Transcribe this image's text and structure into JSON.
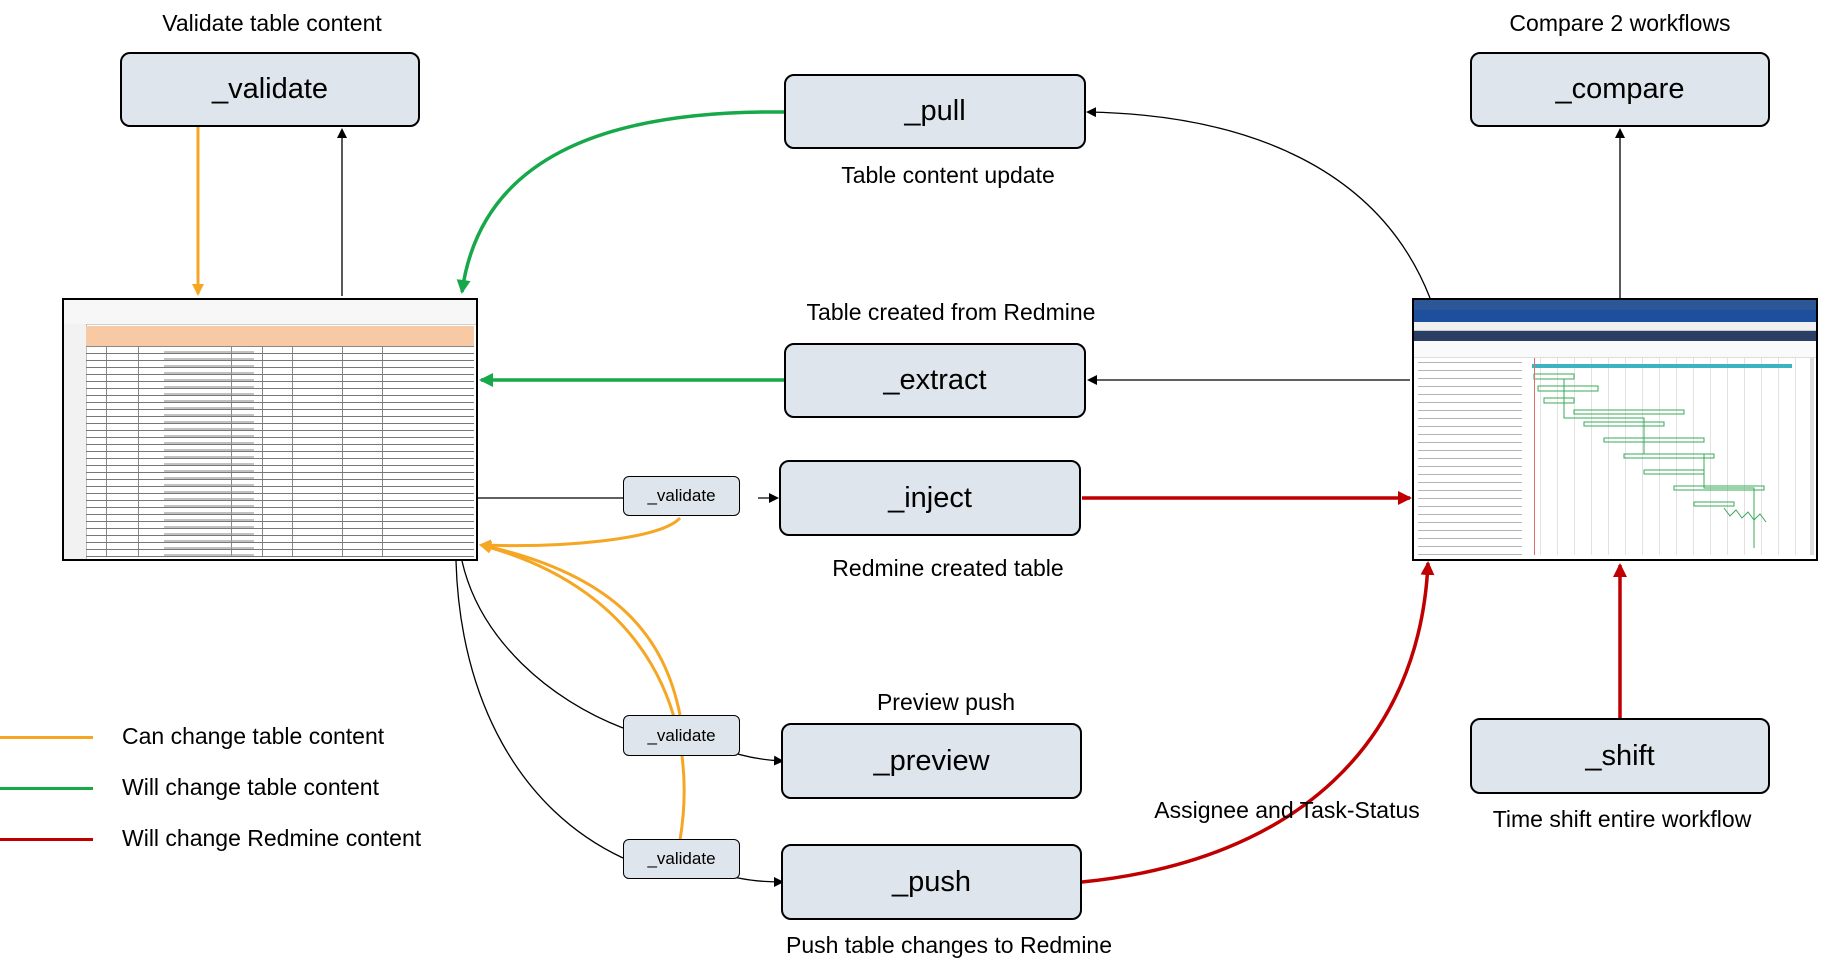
{
  "nodes": {
    "validate_top": "_validate",
    "pull": "_pull",
    "compare": "_compare",
    "extract": "_extract",
    "inject": "_inject",
    "preview": "_preview",
    "push": "_push",
    "shift": "_shift",
    "validate_inject": "_validate",
    "validate_preview": "_validate",
    "validate_push": "_validate"
  },
  "captions": {
    "validate_top": "Validate table content",
    "compare": "Compare 2 workflows",
    "pull": "Table content update",
    "extract": "Table created from Redmine",
    "inject": "Redmine created table",
    "preview": "Preview push",
    "push": "Push table changes to Redmine",
    "shift": "Time shift entire workflow",
    "assignee": "Assignee and Task-Status"
  },
  "legend": [
    {
      "label": "Can change table content",
      "color": "#f5a623"
    },
    {
      "label": "Will change table content",
      "color": "#17a84a"
    },
    {
      "label": "Will change Redmine content",
      "color": "#c00000"
    }
  ],
  "colors": {
    "orange": "#f5a623",
    "green": "#17a84a",
    "red": "#c00000",
    "node_fill": "#dfe5ec"
  },
  "images": {
    "table": "spreadsheet-table-thumbnail",
    "redmine": "redmine-gantt-thumbnail"
  }
}
